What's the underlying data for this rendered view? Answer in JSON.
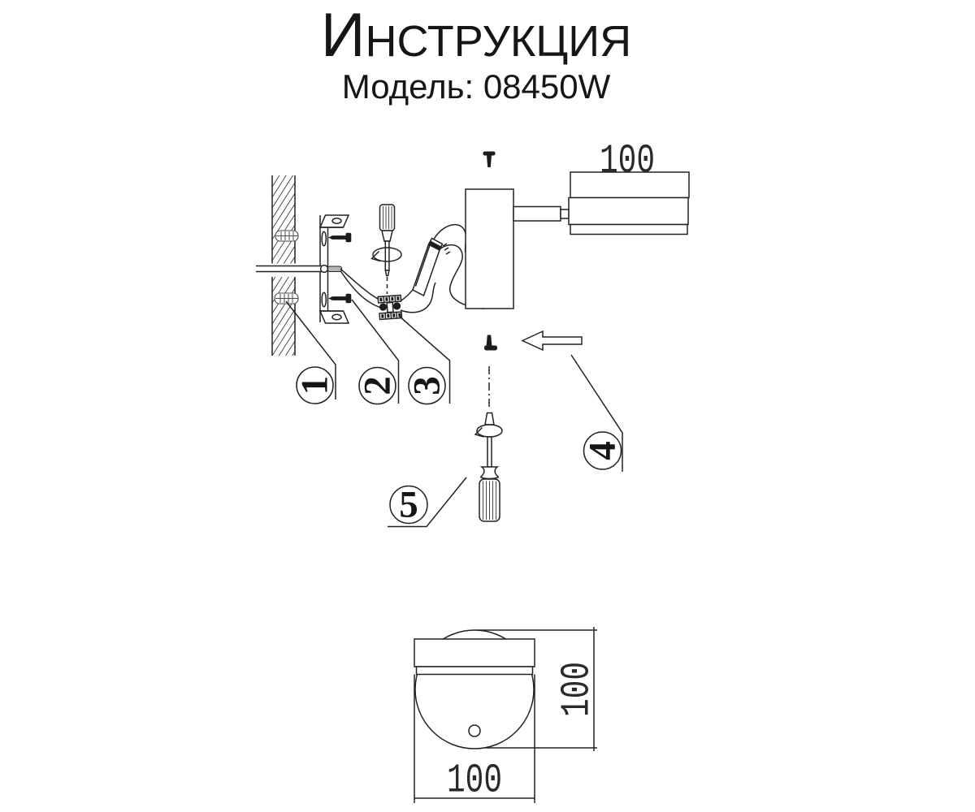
{
  "header": {
    "title_initial": "И",
    "title_rest": "НСТРУКЦИЯ",
    "model_label": "Модель:",
    "model_value": "08450W"
  },
  "callouts": {
    "c1": "1",
    "c2": "2",
    "c3": "3",
    "c4": "4",
    "c5": "5"
  },
  "dimensions": {
    "shade_length": "100",
    "front_height": "100",
    "front_width": "100"
  },
  "colors": {
    "ink": "#222222",
    "background": "#ffffff",
    "sleeve": "#b5b5b5"
  }
}
